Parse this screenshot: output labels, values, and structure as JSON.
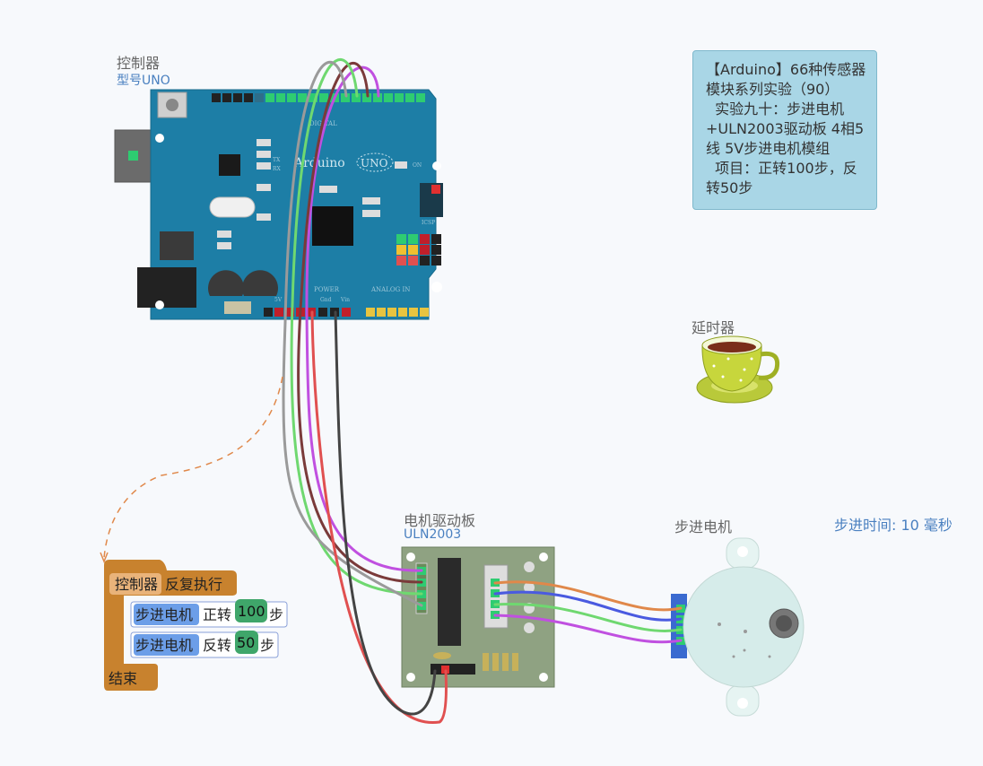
{
  "controller": {
    "title": "控制器",
    "model": "型号UNO"
  },
  "board_labels": {
    "digital": "DIGITAL",
    "brand": "Arduino",
    "uno": "UNO",
    "power": "POWER",
    "analog": "ANALOG IN",
    "icsp": "ICSP",
    "on": "ON",
    "tx": "TX",
    "rx": "RX",
    "pin_5v": "5V",
    "pin_gnd": "Gnd",
    "pin_vin": "Vin"
  },
  "note": {
    "text": "【Arduino】66种传感器模块系列实验（90）\n  实验九十：步进电机+ULN2003驱动板 4相5线 5V步进电机模组\n  项目：正转100步，反转50步"
  },
  "delay": {
    "title": "延时器"
  },
  "driver": {
    "title": "电机驱动板",
    "model": "ULN2003"
  },
  "motor": {
    "title": "步进电机",
    "step_time": "步进时间: 10 毫秒"
  },
  "program": {
    "loop_head": "控制器",
    "loop_label": "反复执行",
    "stmt1_target": "步进电机",
    "stmt1_action": "正转",
    "stmt1_value": "100",
    "stmt1_unit": "步",
    "stmt2_target": "步进电机",
    "stmt2_action": "反转",
    "stmt2_value": "50",
    "stmt2_unit": "步",
    "end_label": "结束"
  },
  "colors": {
    "board": "#1d7ea6",
    "wire_purple": "#c050e0",
    "wire_green": "#6fd870",
    "wire_brown": "#7a3a3a",
    "wire_gray": "#9a9a9a",
    "wire_red": "#e05050",
    "wire_black": "#444444",
    "wire_orange": "#e0884a",
    "wire_blue": "#4a5ae0",
    "block_orange": "#c8822e",
    "block_blue": "#6c9ee8",
    "block_green": "#3fa66a"
  }
}
